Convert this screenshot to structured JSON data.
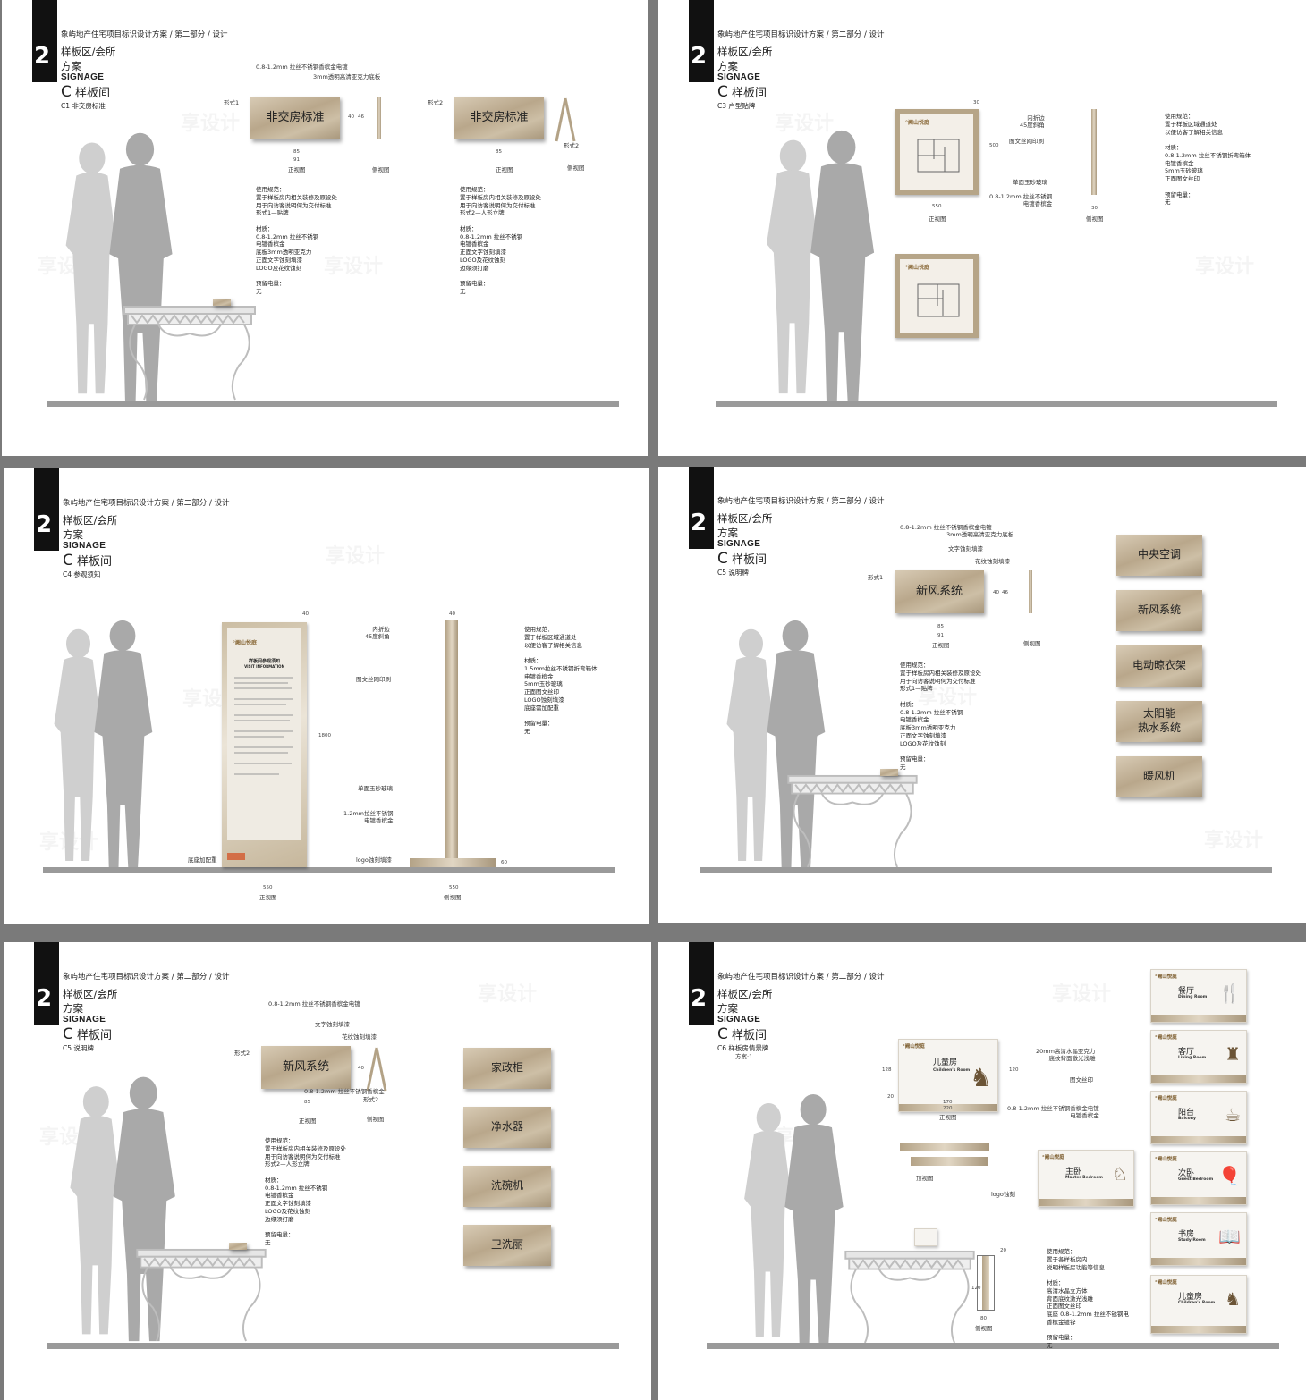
{
  "header": {
    "section_number": "2",
    "breadcrumb": "象屿地产住宅项目标识设计方案 / 第二部分 / 设计",
    "area": "样板区/会所",
    "scheme": "方案",
    "signage": "SIGNAGE",
    "room_letter": "C",
    "room_name": "样板间"
  },
  "watermark": "享设计",
  "common": {
    "front_view": "正视图",
    "side_view": "侧视图",
    "top_view": "顶视图",
    "none": "无"
  },
  "p1": {
    "subtitle": "C1  非交房标准",
    "form1": "形式1",
    "form2": "形式2",
    "sign_text": "非交房标准",
    "ann1": "0.8-1.2mm 拉丝不锈钢香槟金电镀",
    "ann2": "3mm透明高清亚克力底板",
    "dim_w": "85",
    "dim_w2": "91",
    "dim_h": "40",
    "dim_h2": "46",
    "notes1": "使用规范：\n置于样板房内相关装修及原设处\n用于向访客说明何为交付标准\n形式1—贴牌\n\n材质：\n0.8-1.2mm 拉丝不锈钢\n电镀香槟金\n底板3mm透明亚克力\n正面文字蚀刻填漆\nLOGO及花纹蚀刻\n\n预留电量：\n无",
    "notes2": "使用规范：\n置于样板房内相关装修及原设处\n用于向访客说明何为交付标准\n形式2—人形立牌\n\n材质：\n0.8-1.2mm 拉丝不锈钢\n电镀香槟金\n正面文字蚀刻填漆\nLOGO及花纹蚀刻\n边缘须打磨\n\n预留电量：\n无"
  },
  "p2": {
    "subtitle": "C3  户型贴牌",
    "logo": "°阙山悦庭",
    "ann1": "内折边\n45度斜角",
    "ann2": "图文丝网印刷",
    "ann3": "单面玉砂玻璃",
    "ann4": "0.8-1.2mm 拉丝不锈钢\n电镀香槟金",
    "dim_w": "550",
    "dim_h": "500",
    "dim_t": "30",
    "notes": "使用规范：\n置于样板区域通道处\n以便访客了解相关信息\n\n材质：\n0.8-1.2mm 拉丝不锈钢折弯箱体\n电镀香槟金\n5mm玉砂玻璃\n正面图文丝印\n\n预留电量：\n无"
  },
  "p3": {
    "subtitle": "C4  参观须知",
    "logo": "°阙山悦庭",
    "panel_title": "样板间参观须知",
    "panel_en": "VISIT INFORMATION",
    "ann1": "内折边\n45度斜角",
    "ann2": "图文丝网印刷",
    "ann3": "单面玉砂玻璃",
    "ann4": "1.2mm拉丝不锈钢\n电镀香槟金",
    "ann5": "底座加配重",
    "ann6": "logo蚀刻填漆",
    "dim_w": "550",
    "dim_h": "1800",
    "dim_t": "40",
    "dim_b": "60",
    "notes": "使用规范：\n置于样板区域通道处\n以便访客了解相关信息\n\n材质：\n1.5mm拉丝不锈钢折弯箱体\n电镀香槟金\n5mm玉砂玻璃\n正面图文丝印\nLOGO蚀刻填漆\n底座需加配重\n\n预留电量：\n无"
  },
  "p4": {
    "subtitle": "C5  说明牌",
    "form1": "形式1",
    "sign_text": "新风系统",
    "ann1": "0.8-1.2mm 拉丝不锈钢香槟金电镀",
    "ann2": "3mm透明高清亚克力底板",
    "ann3": "文字蚀刻填漆",
    "ann4": "花纹蚀刻填漆",
    "dim_w": "85",
    "dim_w2": "91",
    "dim_h": "40",
    "dim_h2": "46",
    "signs": [
      "中央空调",
      "新风系统",
      "电动晾衣架",
      "太阳能\n热水系统",
      "暖风机"
    ],
    "notes": "使用规范：\n置于样板房内相关装修及原设处\n用于向访客说明何为交付标准\n形式1—贴牌\n\n材质：\n0.8-1.2mm 拉丝不锈钢\n电镀香槟金\n底板3mm透明亚克力\n正面文字蚀刻填漆\nLOGO及花纹蚀刻\n\n预留电量：\n无"
  },
  "p5": {
    "subtitle": "C5  说明牌",
    "form2": "形式2",
    "sign_text": "新风系统",
    "ann1": "0.8-1.2mm 拉丝不锈钢香槟金电镀",
    "ann2": "文字蚀刻填漆",
    "ann3": "花纹蚀刻填漆",
    "ann4": "0.8-1.2mm 拉丝不锈钢香槟金",
    "ann5": "形式2",
    "dim_w": "85",
    "dim_h": "40",
    "signs": [
      "家政柜",
      "净水器",
      "洗碗机",
      "卫洗丽"
    ],
    "notes": "使用规范：\n置于样板房内相关装修及原设处\n用于向访客说明何为交付标准\n形式2—人形立牌\n\n材质：\n0.8-1.2mm 拉丝不锈钢\n电镀香槟金\n正面文字蚀刻填漆\nLOGO及花纹蚀刻\n边缘须打磨\n\n预留电量：\n无"
  },
  "p6": {
    "subtitle": "C6  样板房情景牌",
    "scheme_no": "方案·1",
    "logo": "°阙山悦庭",
    "ann1": "20mm高清水晶亚克力\n底纹背面激光浅雕",
    "ann2": "图文丝印",
    "ann3": "0.8-1.2mm 拉丝不锈钢香槟金电镀\n电镀香槟金",
    "ann4": "logo蚀刻",
    "dim_w": "170",
    "dim_w2": "220",
    "dim_h": "120",
    "dim_h2": "128",
    "dim_t": "20",
    "dim_sw": "80",
    "notes": "使用规范：\n置于各样板房内\n说明样板房功能等信息\n\n材质：\n高清水晶立方体\n背面底纹激光浅雕\n正面图文丝印\n底座 0.8-1.2mm 拉丝不锈钢电\n香槟金镀锌\n\n预留电量：\n无",
    "main_card": {
      "title": "儿童房",
      "en": "Children's Room"
    },
    "mid_card": {
      "title": "主卧",
      "en": "Master Bedroom"
    },
    "cards": [
      {
        "title": "餐厅",
        "en": "Dining Room",
        "icon": "cutlery-icon"
      },
      {
        "title": "客厅",
        "en": "Living Room",
        "icon": "armchair-icon"
      },
      {
        "title": "阳台",
        "en": "Balcony",
        "icon": "watering-can-icon"
      },
      {
        "title": "次卧",
        "en": "Guest Bedroom",
        "icon": "balloon-icon"
      },
      {
        "title": "书房",
        "en": "Study Room",
        "icon": "book-icon"
      },
      {
        "title": "儿童房",
        "en": "Children's Room",
        "icon": "rocking-horse-icon"
      }
    ]
  }
}
